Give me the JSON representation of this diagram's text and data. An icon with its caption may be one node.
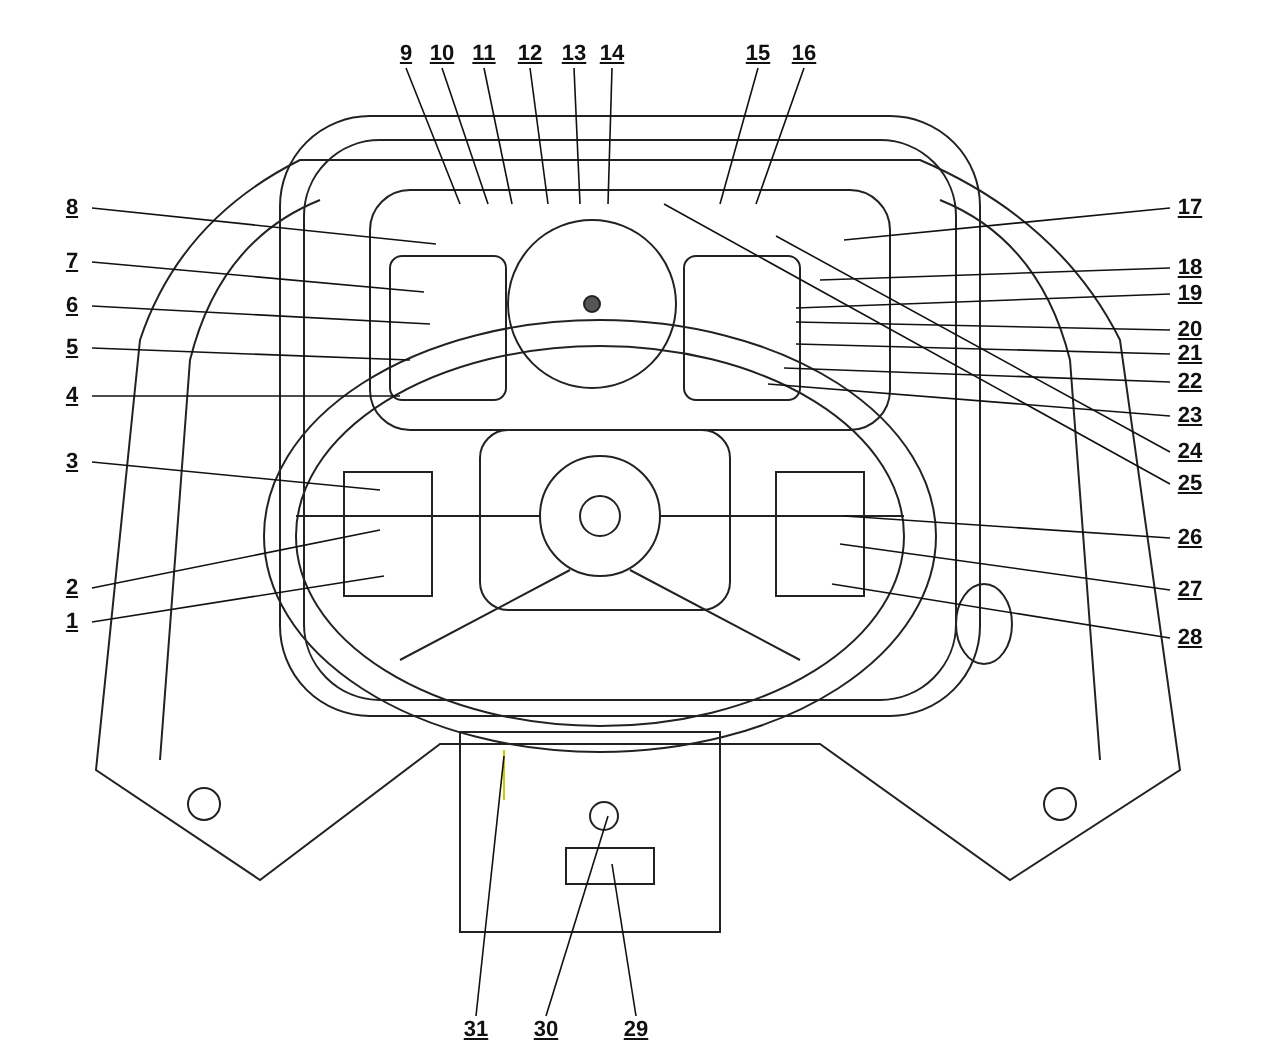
{
  "diagram": {
    "nodes": [
      {
        "text": [
          "1"
        ]
      },
      {
        "text": [
          "2"
        ]
      },
      {
        "text": [
          "3"
        ]
      },
      {
        "text": [
          "4"
        ]
      },
      {
        "text": [
          "5"
        ]
      },
      {
        "text": [
          "6"
        ]
      },
      {
        "text": [
          "7"
        ]
      },
      {
        "text": [
          "8"
        ]
      },
      {
        "text": [
          "9"
        ]
      },
      {
        "text": [
          "10"
        ]
      },
      {
        "text": [
          "11"
        ]
      },
      {
        "text": [
          "12"
        ]
      },
      {
        "text": [
          "13"
        ]
      },
      {
        "text": [
          "14"
        ]
      },
      {
        "text": [
          "15"
        ]
      },
      {
        "text": [
          "16"
        ]
      },
      {
        "text": [
          "17"
        ]
      },
      {
        "text": [
          "18"
        ]
      },
      {
        "text": [
          "19"
        ]
      },
      {
        "text": [
          "20"
        ]
      },
      {
        "text": [
          "21"
        ]
      },
      {
        "text": [
          "22"
        ]
      },
      {
        "text": [
          "23"
        ]
      },
      {
        "text": [
          "24"
        ]
      },
      {
        "text": [
          "25"
        ]
      },
      {
        "text": [
          "26"
        ]
      },
      {
        "text": [
          "27"
        ]
      },
      {
        "text": [
          "28"
        ]
      },
      {
        "text": [
          "29"
        ]
      },
      {
        "text": [
          "30"
        ]
      },
      {
        "text": [
          "31"
        ]
      }
    ],
    "edges": [
      {
        "from": 0,
        "to": null,
        "arrow": "none"
      },
      {
        "from": 1,
        "to": null,
        "arrow": "none"
      },
      {
        "from": 2,
        "to": null,
        "arrow": "none"
      },
      {
        "from": 3,
        "to": null,
        "arrow": "none"
      },
      {
        "from": 4,
        "to": null,
        "arrow": "none"
      },
      {
        "from": 5,
        "to": null,
        "arrow": "none"
      },
      {
        "from": 6,
        "to": null,
        "arrow": "none"
      },
      {
        "from": 7,
        "to": null,
        "arrow": "none"
      },
      {
        "from": 8,
        "to": null,
        "arrow": "none"
      },
      {
        "from": 9,
        "to": null,
        "arrow": "none"
      },
      {
        "from": 10,
        "to": null,
        "arrow": "none"
      },
      {
        "from": 11,
        "to": null,
        "arrow": "none"
      },
      {
        "from": 12,
        "to": null,
        "arrow": "none"
      },
      {
        "from": 13,
        "to": null,
        "arrow": "none"
      },
      {
        "from": 14,
        "to": null,
        "arrow": "none"
      },
      {
        "from": 15,
        "to": null,
        "arrow": "none"
      },
      {
        "from": 16,
        "to": null,
        "arrow": "none"
      },
      {
        "from": 17,
        "to": null,
        "arrow": "none"
      },
      {
        "from": 18,
        "to": null,
        "arrow": "none"
      },
      {
        "from": 19,
        "to": null,
        "arrow": "none"
      },
      {
        "from": 20,
        "to": null,
        "arrow": "none"
      },
      {
        "from": 21,
        "to": null,
        "arrow": "none"
      },
      {
        "from": 22,
        "to": null,
        "arrow": "none"
      },
      {
        "from": 23,
        "to": null,
        "arrow": "none"
      },
      {
        "from": 24,
        "to": null,
        "arrow": "none"
      },
      {
        "from": 25,
        "to": null,
        "arrow": "none"
      },
      {
        "from": 26,
        "to": null,
        "arrow": "none"
      },
      {
        "from": 27,
        "to": null,
        "arrow": "none"
      },
      {
        "from": 28,
        "to": null,
        "arrow": "none"
      },
      {
        "from": 29,
        "to": null,
        "arrow": "none"
      },
      {
        "from": 30,
        "to": null,
        "arrow": "none"
      }
    ]
  }
}
